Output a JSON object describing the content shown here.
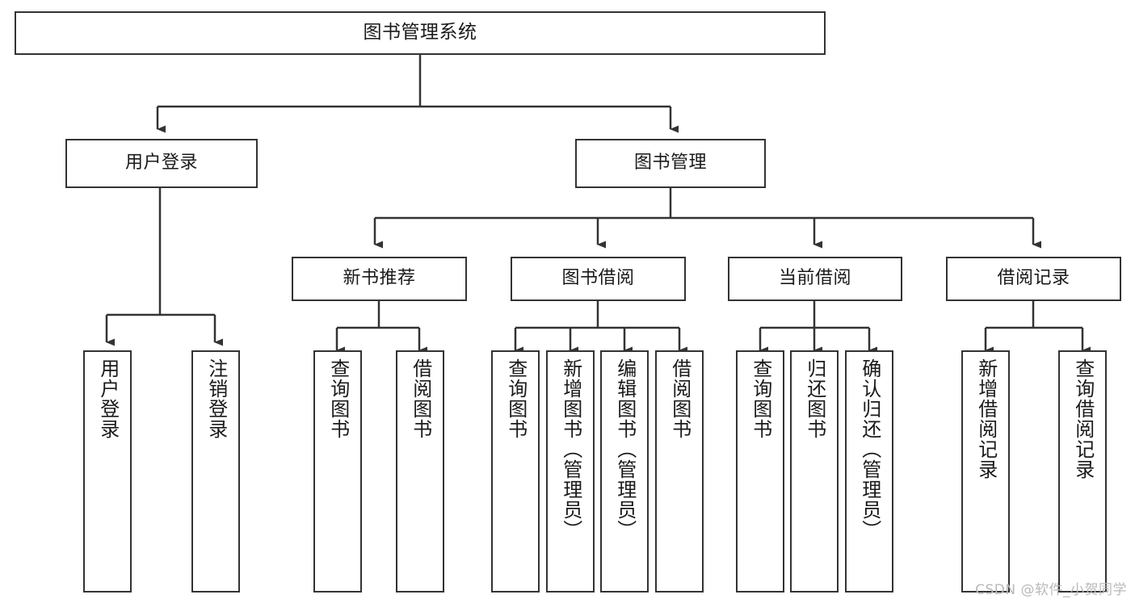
{
  "diagram": {
    "title": "图书管理系统",
    "type": "tree",
    "stroke_color": "#333333",
    "text_color": "#1a1a1a",
    "background_color": "#ffffff",
    "watermark": "CSDN @软件_小贺同学",
    "nodes": {
      "root": {
        "label": "图书管理系统"
      },
      "level2": [
        {
          "label": "用户登录"
        },
        {
          "label": "图书管理"
        }
      ],
      "level3": [
        {
          "label": "新书推荐"
        },
        {
          "label": "图书借阅"
        },
        {
          "label": "当前借阅"
        },
        {
          "label": "借阅记录"
        }
      ],
      "leaves": {
        "user_login": [
          {
            "label": "用户登录"
          },
          {
            "label": "注销登录"
          }
        ],
        "new_book": [
          {
            "label": "查询图书"
          },
          {
            "label": "借阅图书"
          }
        ],
        "borrow_book": [
          {
            "label": "查询图书"
          },
          {
            "label": "新增图书（管理员）"
          },
          {
            "label": "编辑图书（管理员）"
          },
          {
            "label": "借阅图书"
          }
        ],
        "current_borrow": [
          {
            "label": "查询图书"
          },
          {
            "label": "归还图书"
          },
          {
            "label": "确认归还（管理员）"
          }
        ],
        "borrow_record": [
          {
            "label": "新增借阅记录"
          },
          {
            "label": "查询借阅记录"
          }
        ]
      }
    }
  }
}
